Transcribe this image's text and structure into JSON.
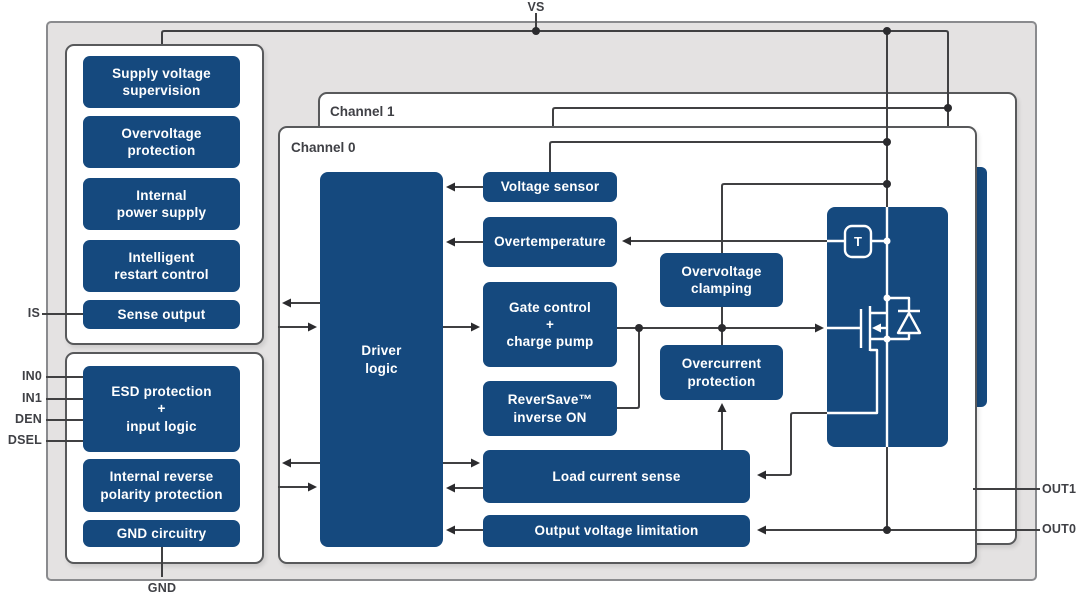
{
  "pins": {
    "vs": "VS",
    "gnd": "GND",
    "is": "IS",
    "in0": "IN0",
    "in1": "IN1",
    "den": "DEN",
    "dsel": "DSEL",
    "out1": "OUT1",
    "out0": "OUT0"
  },
  "channels": {
    "ch1_label": "Channel 1",
    "ch0_label": "Channel 0"
  },
  "blocks": {
    "left_top": [
      {
        "label": "Supply voltage\nsupervision"
      },
      {
        "label": "Overvoltage\nprotection"
      },
      {
        "label": "Internal\npower supply"
      },
      {
        "label": "Intelligent\nrestart control"
      },
      {
        "label": "Sense output"
      }
    ],
    "left_bottom": [
      {
        "label": "ESD protection\n+\ninput logic"
      },
      {
        "label": "Internal reverse\npolarity protection"
      },
      {
        "label": "GND circuitry"
      }
    ],
    "ch0": {
      "driver": "Driver\nlogic",
      "voltage_sensor": "Voltage sensor",
      "overtemperature": "Overtemperature",
      "gate_control": "Gate control\n+\ncharge pump",
      "reversave": "ReverSave™\ninverse ON",
      "load_current_sense": "Load current sense",
      "output_voltage_limitation": "Output voltage limitation",
      "overvoltage_clamping": "Overvoltage\nclamping",
      "overcurrent_protection": "Overcurrent\nprotection"
    }
  },
  "mosfet": {
    "temp_label": "T"
  },
  "colors": {
    "block_blue": "#15497E",
    "panel_gray": "#E4E2E2",
    "box_border": "#58595B",
    "wire": "#404042",
    "label_text": "#3F4045",
    "block_text": "#FFFFFF"
  }
}
